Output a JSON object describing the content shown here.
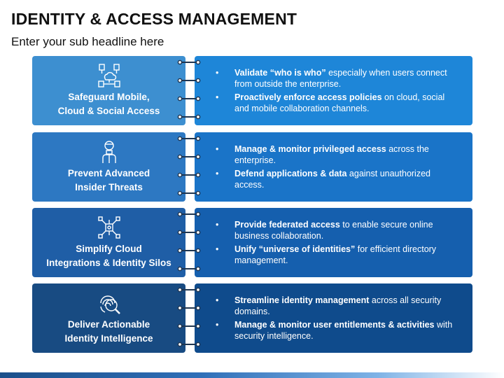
{
  "title": "IDENTITY & ACCESS MANAGEMENT",
  "subtitle": "Enter your sub headline here",
  "bullet_char": "•",
  "rows": [
    {
      "icon": "cloud-network-icon",
      "left_color": "#3d8fd0",
      "right_color": "#1e86d8",
      "label_1": "Safeguard Mobile,",
      "label_2": "Cloud & Social Access",
      "bullets": [
        {
          "bold": "Validate “who is who”",
          "text": " especially when users connect from outside the enterprise."
        },
        {
          "bold": "Proactively enforce access policies",
          "text": " on cloud, social and mobile collaboration channels."
        }
      ]
    },
    {
      "icon": "insider-user-icon",
      "left_color": "#2d78c2",
      "right_color": "#1a74c8",
      "label_1": "Prevent Advanced",
      "label_2": "Insider Threats",
      "bullets": [
        {
          "bold": "Manage & monitor privileged access",
          "text": " across the enterprise."
        },
        {
          "bold": "Defend applications & data",
          "text": " against unauthorized access."
        }
      ]
    },
    {
      "icon": "integration-hub-icon",
      "left_color": "#1f5ea6",
      "right_color": "#155fae",
      "label_1": "Simplify Cloud",
      "label_2": "Integrations & Identity Silos",
      "bullets": [
        {
          "bold": "Provide federated access",
          "text": " to enable secure online business collaboration."
        },
        {
          "bold": "Unify “universe of identities”",
          "text": " for efficient directory management."
        }
      ]
    },
    {
      "icon": "fingerprint-search-icon",
      "left_color": "#184b82",
      "right_color": "#0f4b8c",
      "label_1": "Deliver Actionable",
      "label_2": "Identity Intelligence",
      "bullets": [
        {
          "bold": "Streamline identity management",
          "text": " across all security domains."
        },
        {
          "bold": "Manage & monitor user entitlements & activities",
          "text": " with security intelligence."
        }
      ]
    }
  ],
  "colors": {
    "ring": "#1f3550",
    "bottom_bar": "#2f6fb8",
    "bottom_bar_dark": "#1b4f8a"
  }
}
